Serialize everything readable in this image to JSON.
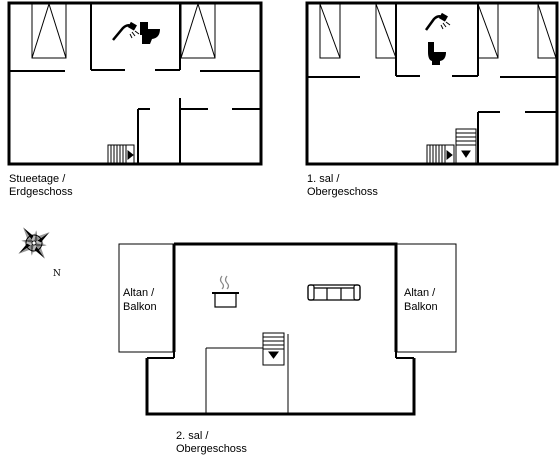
{
  "floors": [
    {
      "line1": "Stueetage /",
      "line2": "Erdgeschoss"
    },
    {
      "line1": "1. sal /",
      "line2": "Obergeschoss"
    },
    {
      "line1": "2. sal /",
      "line2": "Obergeschoss"
    }
  ],
  "balconies": [
    {
      "line1": "Altan /",
      "line2": "Balkon"
    },
    {
      "line1": "Altan /",
      "line2": "Balkon"
    }
  ],
  "compass": {
    "north": "N"
  },
  "icons": [
    "shower-icon",
    "toilet-icon",
    "stair-arrow-icon",
    "cooking-pot-icon",
    "sofa-icon",
    "compass-rose-icon"
  ]
}
